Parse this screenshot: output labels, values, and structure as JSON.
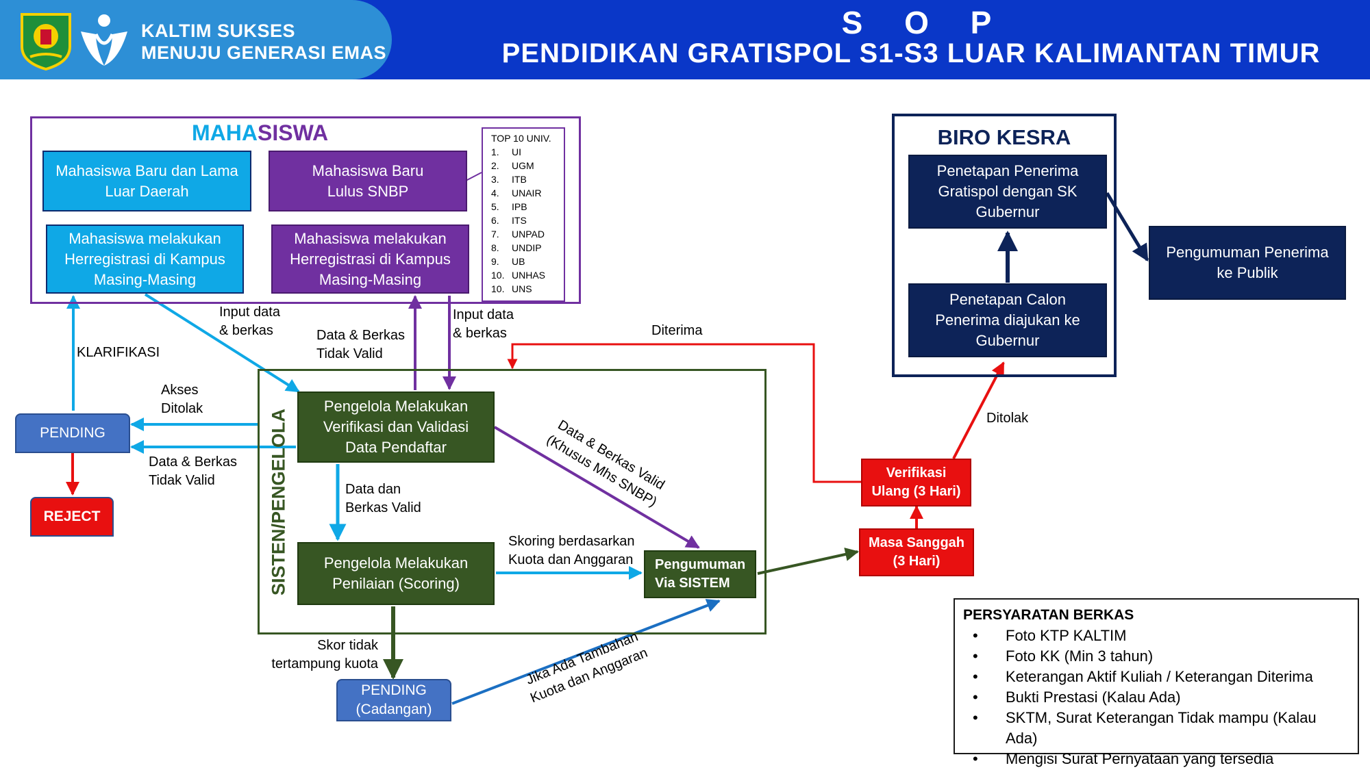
{
  "header": {
    "tagline_line1": "KALTIM SUKSES",
    "tagline_line2": "MENUJU GENERASI EMAS",
    "title_sop": "S O P",
    "title_main": "PENDIDIKAN GRATISPOL S1-S3 LUAR KALIMANTAN TIMUR"
  },
  "mahasiswa": {
    "title_part1": "MAHA",
    "title_part2": "SISWA",
    "box_baru_lama": "Mahasiswa Baru dan Lama Luar Daerah",
    "box_snbp": "Mahasiswa Baru Lulus SNBP",
    "box_herreg_left": "Mahasiswa melakukan Herregistrasi di Kampus Masing-Masing",
    "box_herreg_right": "Mahasiswa melakukan Herregistrasi di Kampus Masing-Masing"
  },
  "top10": {
    "title": "TOP 10 UNIV.",
    "items": [
      {
        "no": "1.",
        "name": "UI"
      },
      {
        "no": "2.",
        "name": "UGM"
      },
      {
        "no": "3.",
        "name": "ITB"
      },
      {
        "no": "4.",
        "name": "UNAIR"
      },
      {
        "no": "5.",
        "name": "IPB"
      },
      {
        "no": "6.",
        "name": "ITS"
      },
      {
        "no": "7.",
        "name": "UNPAD"
      },
      {
        "no": "8.",
        "name": "UNDIP"
      },
      {
        "no": "9.",
        "name": "UB"
      },
      {
        "no": "10.",
        "name": "UNHAS"
      },
      {
        "no": "10.",
        "name": "UNS"
      }
    ]
  },
  "sistem": {
    "title": "SISTEN/PENGELOLA",
    "box_verifikasi": "Pengelola Melakukan Verifikasi dan Validasi Data Pendaftar",
    "box_scoring": "Pengelola Melakukan Penilaian (Scoring)",
    "box_pengumuman": "Pengumuman Via SISTEM"
  },
  "pending": {
    "main": "PENDING",
    "reject": "REJECT",
    "cadangan_line1": "PENDING",
    "cadangan_line2": "(Cadangan)"
  },
  "biro": {
    "title": "BIRO KESRA",
    "box_penetapan": "Penetapan Penerima Gratispol dengan SK Gubernur",
    "box_calon": "Penetapan Calon Penerima diajukan ke Gubernur",
    "box_publik": "Pengumuman Penerima ke Publik"
  },
  "masa": {
    "verifikasi_line1": "Verifikasi",
    "verifikasi_line2": "Ulang (3 Hari)",
    "sanggah_line1": "Masa Sanggah",
    "sanggah_line2": "(3 Hari)"
  },
  "labels": {
    "input_left_1": "Input data",
    "input_left_2": "& berkas",
    "input_right_1": "Input data",
    "input_right_2": "& berkas",
    "tidak_valid_top_1": "Data & Berkas",
    "tidak_valid_top_2": "Tidak Valid",
    "klarifikasi": "KLARIFIKASI",
    "akses_1": "Akses",
    "akses_2": "Ditolak",
    "tidak_valid_bottom_1": "Data & Berkas",
    "tidak_valid_bottom_2": "Tidak Valid",
    "diterima": "Diterima",
    "ditolak": "Ditolak",
    "valid_snbp_1": "Data & Berkas Valid",
    "valid_snbp_2": "(Khusus Mhs SNBP)",
    "data_valid_1": "Data dan",
    "data_valid_2": "Berkas Valid",
    "skoring_1": "Skoring berdasarkan",
    "skoring_2": "Kuota dan Anggaran",
    "skor_tidak_1": "Skor tidak",
    "skor_tidak_2": "tertampung kuota",
    "tambahan_1": "Jika Ada Tambahan",
    "tambahan_2": "Kuota dan Anggaran"
  },
  "persyaratan": {
    "title": "PERSYARATAN BERKAS",
    "items": [
      "Foto KTP KALTIM",
      "Foto KK (Min 3 tahun)",
      "Keterangan Aktif Kuliah / Keterangan Diterima",
      "Bukti Prestasi (Kalau Ada)",
      "SKTM, Surat Keterangan Tidak mampu (Kalau Ada)",
      "Mengisi Surat Pernyataan yang tersedia"
    ]
  },
  "colors": {
    "banner": "#0a37c8",
    "light_blue": "#0fa8e6",
    "purple": "#7030a0",
    "dark_green": "#375623",
    "navy": "#0d2358",
    "red": "#e81010",
    "pending_blue": "#4472c4"
  }
}
